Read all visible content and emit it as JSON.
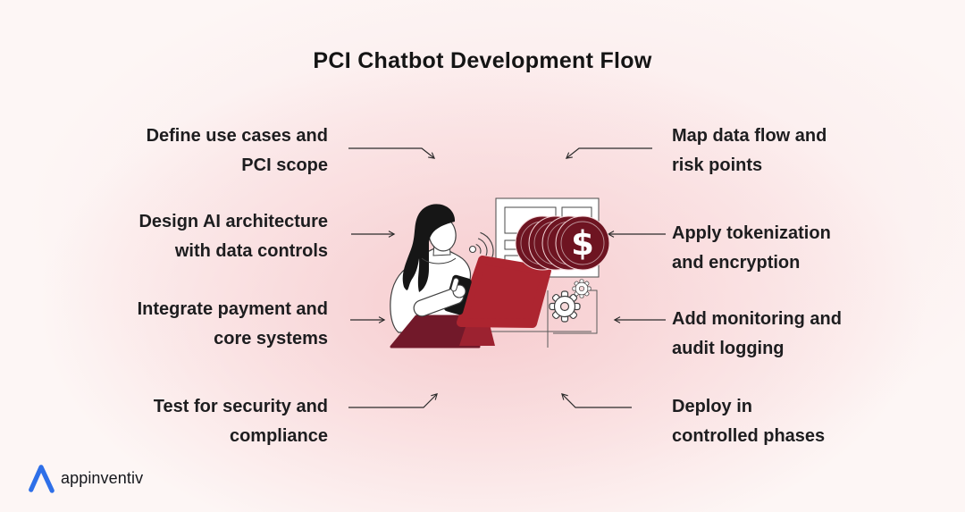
{
  "title": "PCI Chatbot Development Flow",
  "brand": {
    "name": "appinventiv",
    "logo_color": "#2e6fe8"
  },
  "illustration": {
    "coin_symbol": "$",
    "icons": [
      "dollar-coins-icon",
      "laptop-icon",
      "webpage-icon",
      "gears-icon",
      "wifi-icon",
      "phone-icon",
      "woman-figure"
    ]
  },
  "colors": {
    "background_pink": "#f7d3d5",
    "laptop_red": "#ad2530",
    "coin_maroon": "#6e1421",
    "skirt_maroon": "#72192a",
    "text": "#1d1d1f",
    "arrow": "#2b2b2b"
  },
  "steps": [
    {
      "side": "left",
      "line1": "Define use cases and",
      "line2": "PCI scope"
    },
    {
      "side": "left",
      "line1": "Design AI architecture",
      "line2": "with data controls"
    },
    {
      "side": "left",
      "line1": "Integrate payment and",
      "line2": "core systems"
    },
    {
      "side": "left",
      "line1": "Test for security and",
      "line2": "compliance"
    },
    {
      "side": "right",
      "line1": "Map data flow and",
      "line2": "risk points"
    },
    {
      "side": "right",
      "line1": "Apply tokenization",
      "line2": "and encryption"
    },
    {
      "side": "right",
      "line1": "Add monitoring and",
      "line2": "audit logging"
    },
    {
      "side": "right",
      "line1": "Deploy in",
      "line2": "controlled phases"
    }
  ]
}
